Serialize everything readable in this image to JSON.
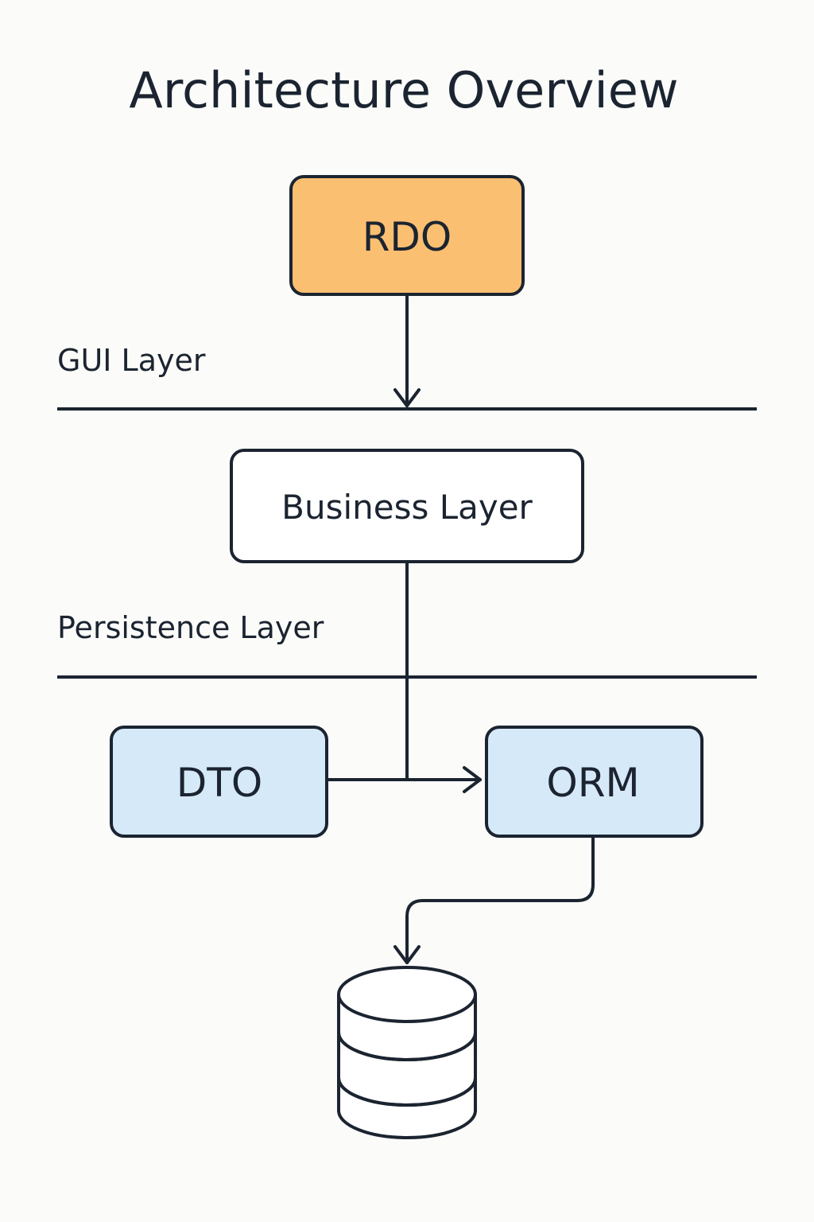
{
  "title": "Architecture Overview",
  "layers": {
    "gui_label": "GUI Layer",
    "persistence_label": "Persistence Layer"
  },
  "nodes": {
    "rdo": {
      "label": "RDO"
    },
    "business": {
      "label": "Business Layer"
    },
    "dto": {
      "label": "DTO"
    },
    "orm": {
      "label": "ORM"
    },
    "database": {
      "icon": "database-icon"
    }
  },
  "edges": [
    {
      "from": "RDO",
      "to": "GUI Layer boundary"
    },
    {
      "from": "Business Layer",
      "to": "ORM"
    },
    {
      "from": "DTO",
      "to": "ORM"
    },
    {
      "from": "ORM",
      "to": "database"
    }
  ],
  "colors": {
    "rdo_fill": "#fbbf72",
    "business_fill": "#ffffff",
    "dto_fill": "#d6e9f8",
    "orm_fill": "#d6e9f8",
    "stroke": "#1b2430",
    "background": "#fbfbf9"
  }
}
